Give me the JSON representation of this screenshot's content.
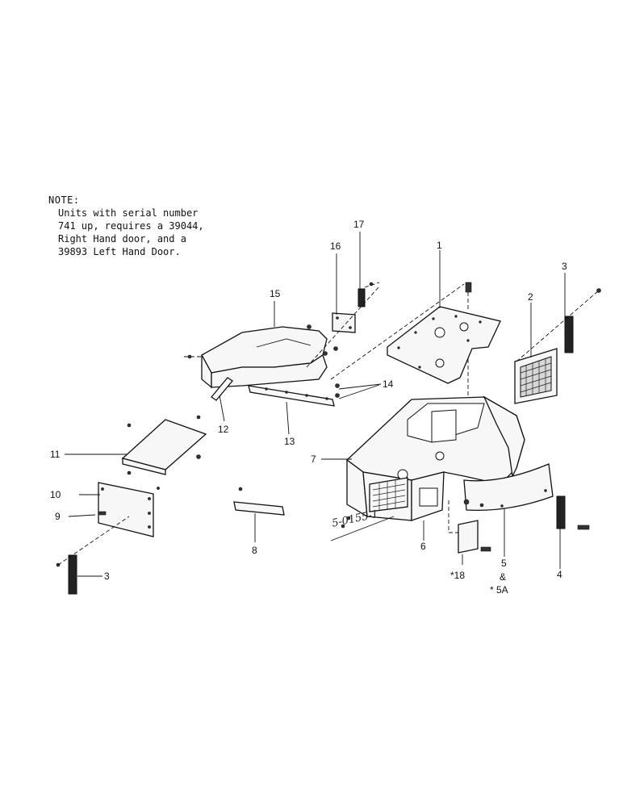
{
  "note": {
    "title": "NOTE:",
    "lines": [
      "Units with serial number",
      "741 up, requires a 39044,",
      "Right Hand door, and a",
      "39893 Left Hand Door."
    ]
  },
  "callouts": {
    "p1": "1",
    "p2": "2",
    "p3_top": "3",
    "p3_bottom": "3",
    "p4": "4",
    "p5": "5",
    "p5_amp": "&",
    "p5a": "* 5A",
    "p6": "6",
    "p7": "7",
    "p8": "8",
    "p9": "9",
    "p10": "10",
    "p11": "11",
    "p12": "12",
    "p13": "13",
    "p14": "14",
    "p15": "15",
    "p16": "16",
    "p17": "17",
    "p18": "*18"
  },
  "handwritten": "5-0155-1"
}
